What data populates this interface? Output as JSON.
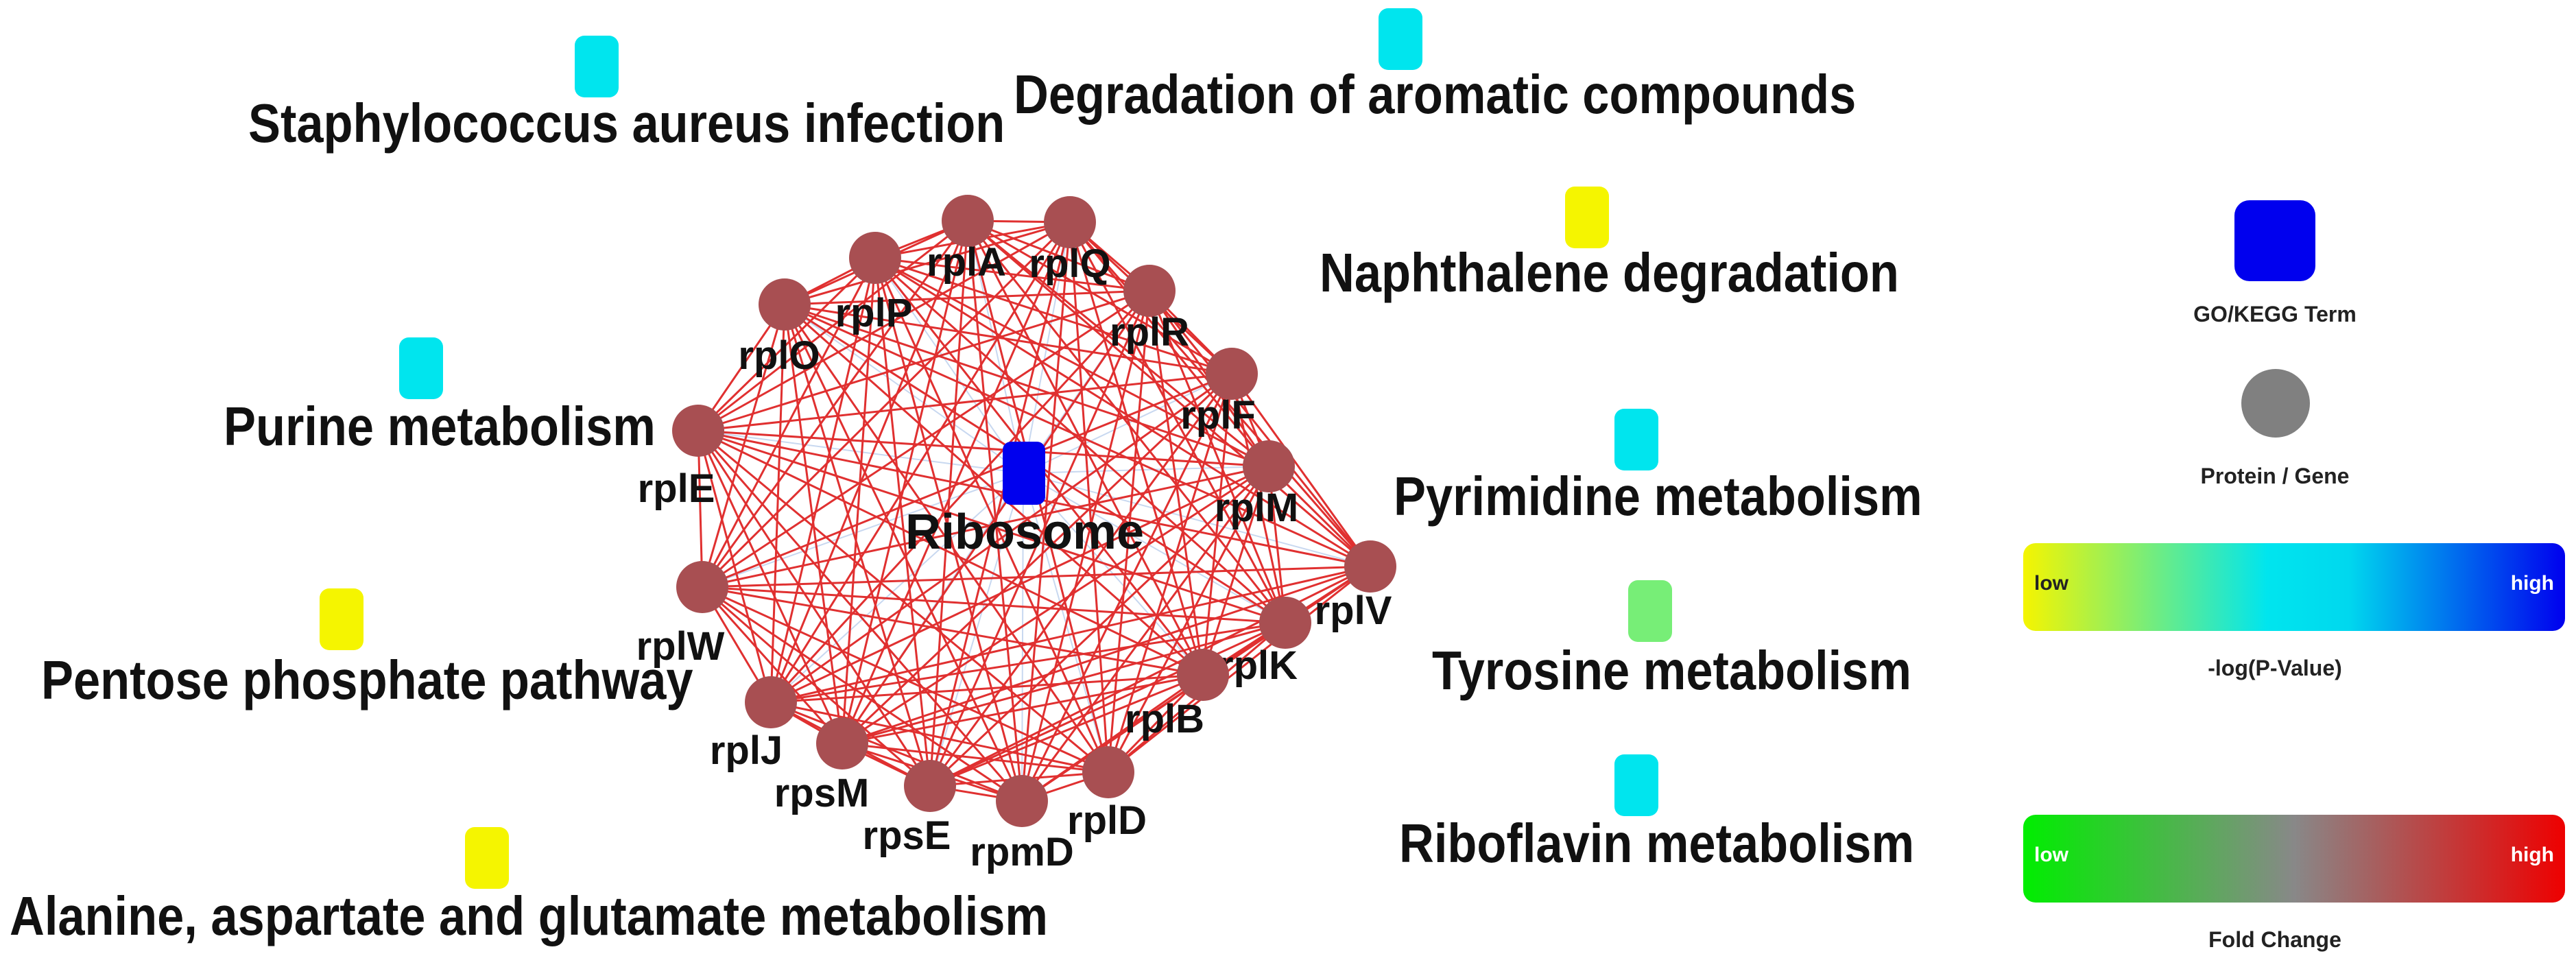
{
  "hub": {
    "label": "Ribosome",
    "color": "#0000ee"
  },
  "genes": [
    "rplA",
    "rplQ",
    "rplR",
    "rplF",
    "rplM",
    "rplV",
    "rplK",
    "rplB",
    "rplD",
    "rpmD",
    "rpsE",
    "rpsM",
    "rplJ",
    "rplW",
    "rplE",
    "rplO",
    "rplP"
  ],
  "gene_color": "#a84f52",
  "edge_color": "#e03030",
  "terms": [
    {
      "label": "Staphylococcus aureus infection",
      "color": "#00e5ee"
    },
    {
      "label": "Degradation of aromatic compounds",
      "color": "#00e5ee"
    },
    {
      "label": "Naphthalene degradation",
      "color": "#f5f500"
    },
    {
      "label": "Purine metabolism",
      "color": "#00e5ee"
    },
    {
      "label": "Pyrimidine metabolism",
      "color": "#00e5ee"
    },
    {
      "label": "Pentose phosphate pathway",
      "color": "#f5f500"
    },
    {
      "label": "Tyrosine metabolism",
      "color": "#77ee77"
    },
    {
      "label": "Riboflavin metabolism",
      "color": "#00e5ee"
    },
    {
      "label": "Alanine, aspartate and glutamate metabolism",
      "color": "#f5f500"
    }
  ],
  "legend": {
    "term_label": "GO/KEGG Term",
    "term_color": "#0000ee",
    "gene_label": "Protein / Gene",
    "gene_color": "#808080",
    "pvalue": {
      "low": "low",
      "high": "high",
      "caption": "-log(P-Value)",
      "colors": [
        "#f5f500",
        "#00e5ee",
        "#0000ee"
      ]
    },
    "fold": {
      "low": "low",
      "high": "high",
      "caption": "Fold Change",
      "colors": [
        "#00ee00",
        "#888888",
        "#ee0000"
      ]
    }
  }
}
